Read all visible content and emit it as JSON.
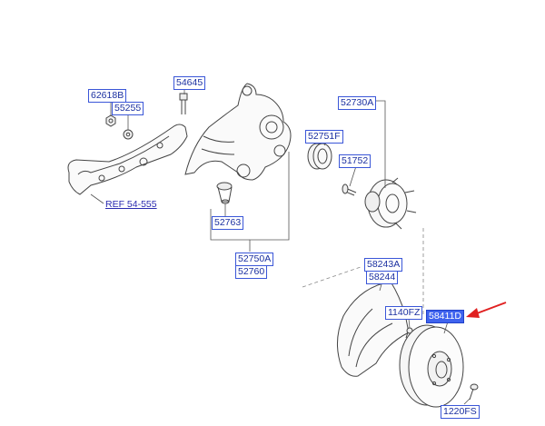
{
  "labels": {
    "p62618B": "62618B",
    "p55255": "55255",
    "p54645": "54645",
    "p52730A": "52730A",
    "p52751F": "52751F",
    "p51752": "51752",
    "p52763": "52763",
    "p52750A": "52750A",
    "p52760": "52760",
    "p58243A": "58243A",
    "p58244": "58244",
    "p1140FZ": "1140FZ",
    "p58411D": "58411D",
    "p1220FS": "1220FS"
  },
  "reference": "REF 54-555",
  "colors": {
    "label_border": "#3a56d8",
    "label_text": "#1a2fa0",
    "highlight_fill": "#3f63ee",
    "pointer_arrow": "#e02020",
    "part_outline": "#444444"
  }
}
